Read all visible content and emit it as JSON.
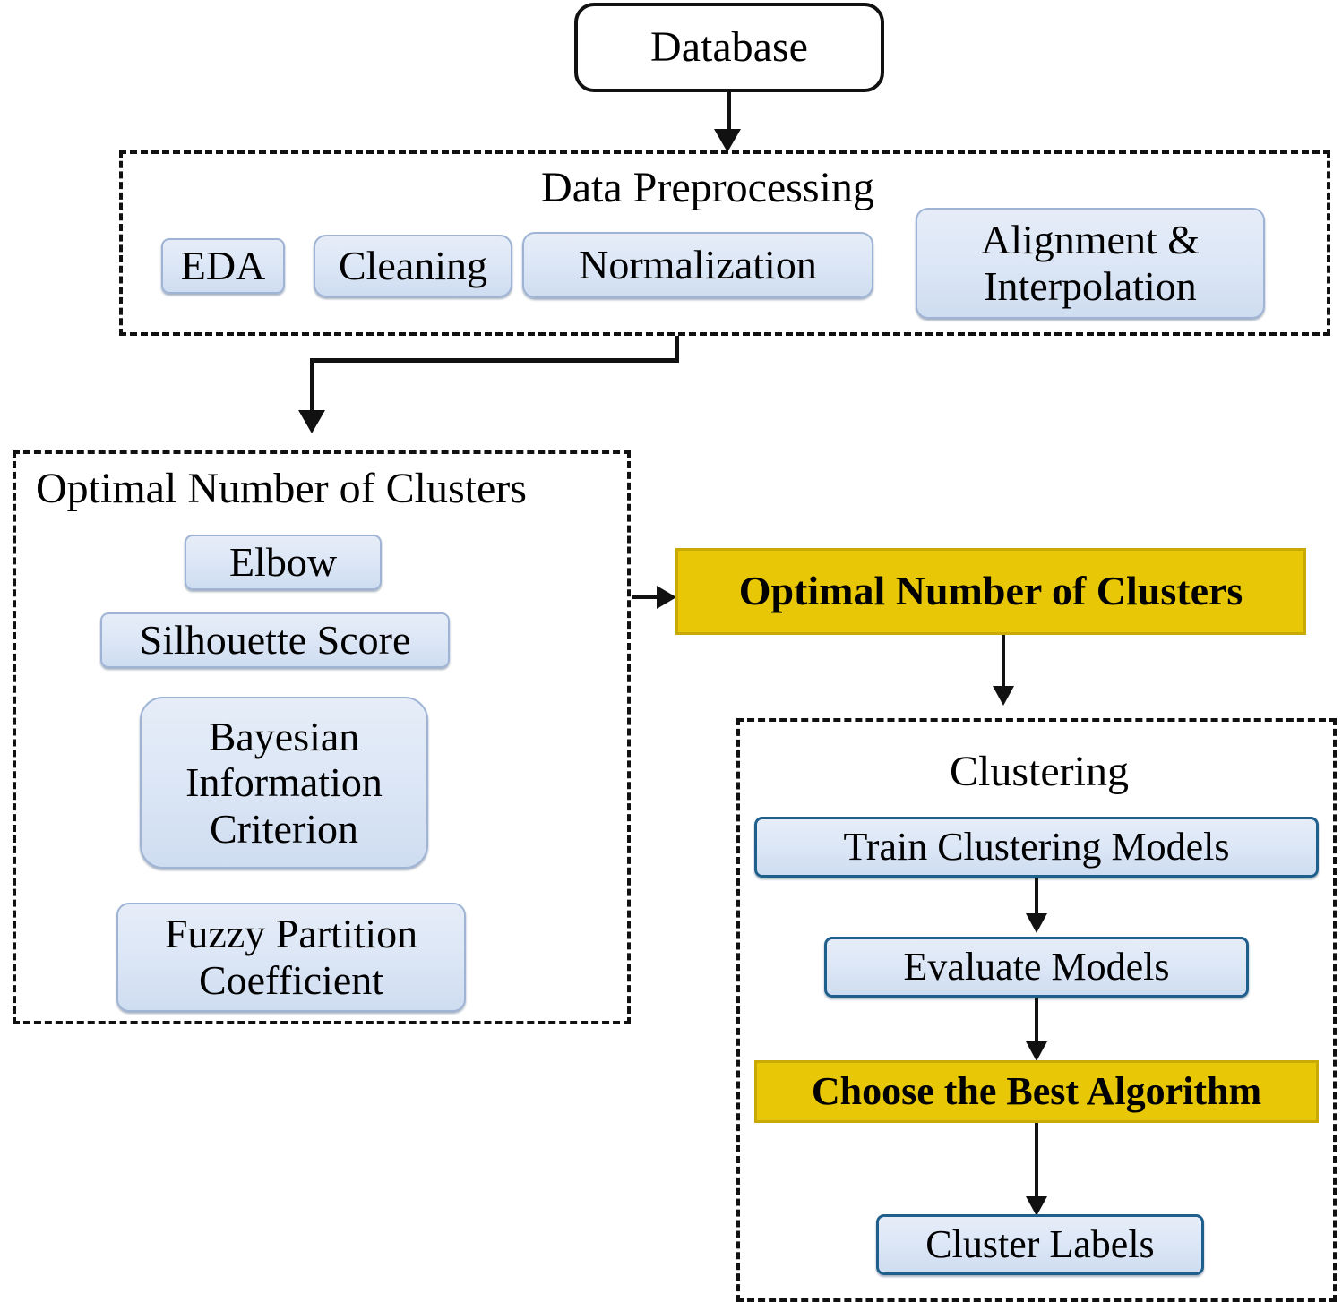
{
  "diagram": {
    "title": "Clustering pipeline flowchart",
    "colors": {
      "node_blue_fill": "#dde7f6",
      "node_blue_border": "#9fb4d4",
      "node_blue_border_strong": "#1f5f8b",
      "node_yellow_fill": "#e8c707",
      "node_yellow_border": "#c9a905",
      "stroke": "#111111",
      "background": "#ffffff"
    }
  },
  "database": {
    "label": "Database"
  },
  "preprocessing": {
    "title": "Data Preprocessing",
    "steps": [
      {
        "label": "EDA"
      },
      {
        "label": "Cleaning"
      },
      {
        "label": "Normalization"
      },
      {
        "label_line1": "Alignment &",
        "label_line2": "Interpolation"
      }
    ]
  },
  "optimal_clusters_group": {
    "title": "Optimal Number of Clusters",
    "methods": [
      {
        "label": "Elbow"
      },
      {
        "label": "Silhouette Score"
      },
      {
        "label_line1": "Bayesian",
        "label_line2": "Information",
        "label_line3": "Criterion"
      },
      {
        "label_line1": "Fuzzy Partition",
        "label_line2": "Coefficient"
      }
    ]
  },
  "optimal_clusters_result": {
    "label": "Optimal Number of Clusters"
  },
  "clustering_group": {
    "title": "Clustering",
    "steps": [
      {
        "label": "Train Clustering Models",
        "style": "blue"
      },
      {
        "label": "Evaluate Models",
        "style": "blue"
      },
      {
        "label": "Choose the Best Algorithm",
        "style": "yellow"
      },
      {
        "label": "Cluster Labels",
        "style": "blue"
      }
    ]
  }
}
